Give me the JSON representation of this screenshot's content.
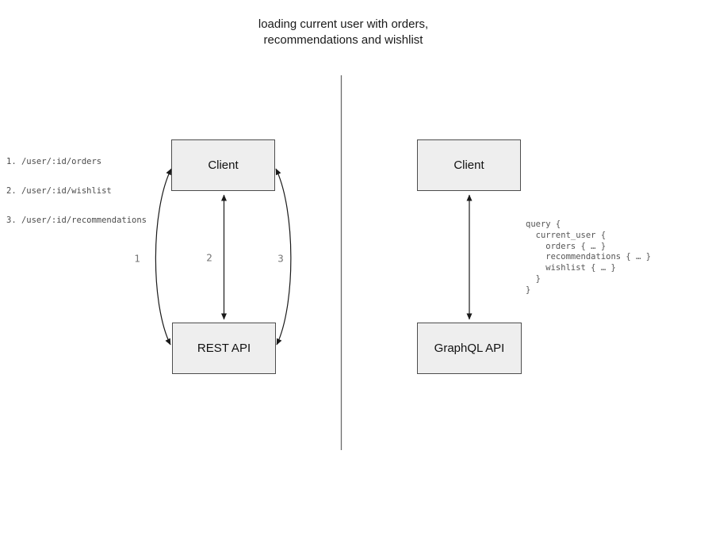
{
  "title": "loading current user with orders,\nrecommendations and wishlist",
  "colors": {
    "background": "#ffffff",
    "box_fill": "#eeeeee",
    "box_border": "#4d4d4d",
    "box_text": "#111111",
    "arrow": "#1a1a1a",
    "divider": "#6b6b6b",
    "endpoint_text": "#4a4a4a",
    "query_text": "#555555",
    "arrow_label_text": "#757575"
  },
  "rest_panel": {
    "client_label": "Client",
    "api_label": "REST API",
    "endpoints": [
      "1. /user/:id/orders",
      "2. /user/:id/wishlist",
      "3. /user/:id/recommendations"
    ],
    "arrow_labels": [
      "1",
      "2",
      "3"
    ]
  },
  "graphql_panel": {
    "client_label": "Client",
    "api_label": "GraphQL API",
    "query_code": "query {\n  current_user {\n    orders { … }\n    recommendations { … }\n    wishlist { … }\n  }\n}"
  }
}
